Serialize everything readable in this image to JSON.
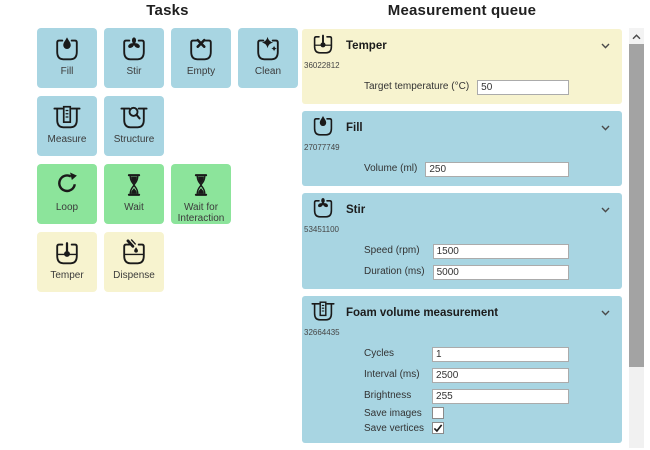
{
  "colors": {
    "blue": "#a8d5e2",
    "green": "#8ce49b",
    "cream": "#f7f3cf"
  },
  "tasks_panel": {
    "title": "Tasks",
    "tasks": [
      {
        "label": "Fill",
        "icon": "fill-icon",
        "color": "blue",
        "row": 0,
        "col": 0
      },
      {
        "label": "Stir",
        "icon": "stir-icon",
        "color": "blue",
        "row": 0,
        "col": 1
      },
      {
        "label": "Empty",
        "icon": "empty-icon",
        "color": "blue",
        "row": 0,
        "col": 2
      },
      {
        "label": "Clean",
        "icon": "clean-icon",
        "color": "blue",
        "row": 0,
        "col": 3
      },
      {
        "label": "Measure",
        "icon": "measure-icon",
        "color": "blue",
        "row": 1,
        "col": 0
      },
      {
        "label": "Structure",
        "icon": "structure-icon",
        "color": "blue",
        "row": 1,
        "col": 1
      },
      {
        "label": "Loop",
        "icon": "loop-icon",
        "color": "green",
        "row": 2,
        "col": 0
      },
      {
        "label": "Wait",
        "icon": "wait-icon",
        "color": "green",
        "row": 2,
        "col": 1
      },
      {
        "label": "Wait for Interaction",
        "icon": "wait-icon",
        "color": "green",
        "row": 2,
        "col": 2
      },
      {
        "label": "Temper",
        "icon": "temper-icon",
        "color": "cream",
        "row": 3,
        "col": 0
      },
      {
        "label": "Dispense",
        "icon": "dispense-icon",
        "color": "cream",
        "row": 3,
        "col": 1
      }
    ]
  },
  "queue_panel": {
    "title": "Measurement queue",
    "cards": [
      {
        "title": "Temper",
        "id": "36022812",
        "icon": "temper-icon",
        "color": "cream",
        "fields": [
          {
            "label": "Target temperature (°C)",
            "type": "text",
            "value": "50"
          }
        ]
      },
      {
        "title": "Fill",
        "id": "27077749",
        "icon": "fill-icon",
        "color": "blue",
        "fields": [
          {
            "label": "Volume (ml)",
            "type": "text",
            "value": "250"
          }
        ]
      },
      {
        "title": "Stir",
        "id": "53451100",
        "icon": "stir-icon",
        "color": "blue",
        "fields": [
          {
            "label": "Speed (rpm)",
            "type": "text",
            "value": "1500"
          },
          {
            "label": "Duration (ms)",
            "type": "text",
            "value": "5000"
          }
        ]
      },
      {
        "title": "Foam volume measurement",
        "id": "32664435",
        "icon": "measure-icon",
        "color": "blue",
        "fields": [
          {
            "label": "Cycles",
            "type": "text",
            "value": "1"
          },
          {
            "label": "Interval (ms)",
            "type": "text",
            "value": "2500"
          },
          {
            "label": "Brightness",
            "type": "text",
            "value": "255"
          },
          {
            "label": "Save images",
            "type": "checkbox",
            "checked": false
          },
          {
            "label": "Save vertices",
            "type": "checkbox",
            "checked": true
          }
        ]
      }
    ]
  }
}
